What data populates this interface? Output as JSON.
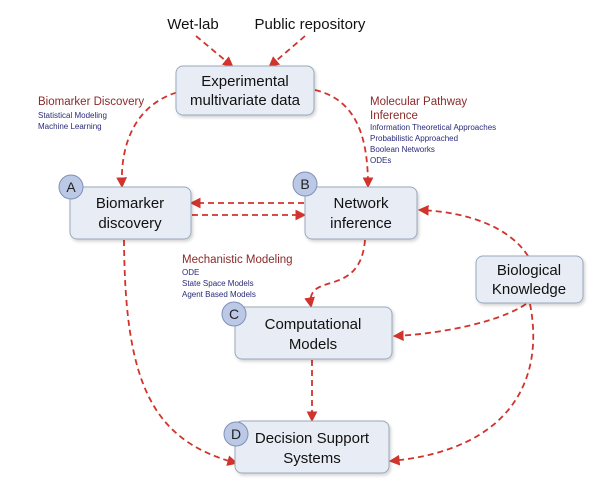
{
  "colors": {
    "edge": "#d0342c",
    "node_fill": "#e8edf5",
    "node_stroke": "#9aa8bd",
    "badge_fill": "#bcc9e6",
    "badge_stroke": "#7f90b6",
    "annotation_title": "#8b2a2a",
    "annotation_item": "#2a2a7a"
  },
  "sources": {
    "wetlab": "Wet-lab",
    "public_repo": "Public repository"
  },
  "nodes": {
    "experimental": {
      "line1": "Experimental",
      "line2": "multivariate data"
    },
    "biomarker": {
      "badge": "A",
      "line1": "Biomarker",
      "line2": "discovery"
    },
    "network": {
      "badge": "B",
      "line1": "Network",
      "line2": "inference"
    },
    "computational": {
      "badge": "C",
      "line1": "Computational",
      "line2": "Models"
    },
    "decision": {
      "badge": "D",
      "line1": "Decision Support",
      "line2": "Systems"
    },
    "biological": {
      "line1": "Biological",
      "line2": "Knowledge"
    }
  },
  "annotations": {
    "biomarker_discovery": {
      "title": "Biomarker Discovery",
      "items": [
        "Statistical Modeling",
        "Machine Learning"
      ]
    },
    "molecular_pathway": {
      "title_line1": "Molecular Pathway",
      "title_line2": "Inference",
      "items": [
        "Information Theoretical Approaches",
        "Probabilistic Approached",
        "Boolean Networks",
        "ODEs"
      ]
    },
    "mechanistic": {
      "title": "Mechanistic Modeling",
      "items": [
        "ODE",
        "State Space Models",
        "Agent Based Models"
      ]
    }
  }
}
